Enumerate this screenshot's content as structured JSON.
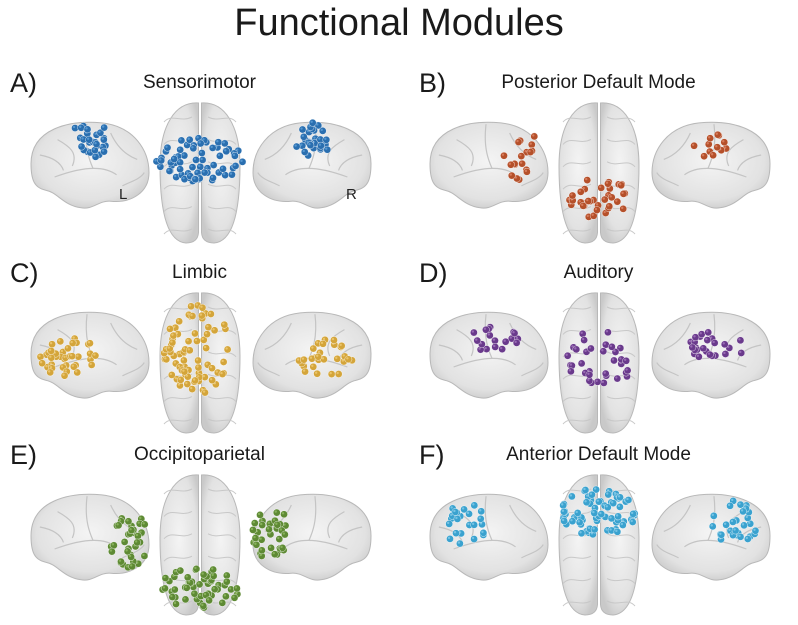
{
  "title": "Functional Modules",
  "hemisphere_labels": {
    "left": "L",
    "right": "R"
  },
  "panels": [
    {
      "letter": "A)",
      "name": "Sensorimotor",
      "color": "#2a6fb0",
      "highlight": "#5a9bd4"
    },
    {
      "letter": "B)",
      "name": "Posterior Default Mode",
      "color": "#b5502a",
      "highlight": "#d98060"
    },
    {
      "letter": "C)",
      "name": "Limbic",
      "color": "#d4a53a",
      "highlight": "#ecc870"
    },
    {
      "letter": "D)",
      "name": "Auditory",
      "color": "#6a3a8c",
      "highlight": "#9d70b8"
    },
    {
      "letter": "E)",
      "name": "Occipitoparietal",
      "color": "#5e8a34",
      "highlight": "#8cb55e"
    },
    {
      "letter": "F)",
      "name": "Anterior Default Mode",
      "color": "#3aa2cf",
      "highlight": "#7cc6e6"
    }
  ]
}
